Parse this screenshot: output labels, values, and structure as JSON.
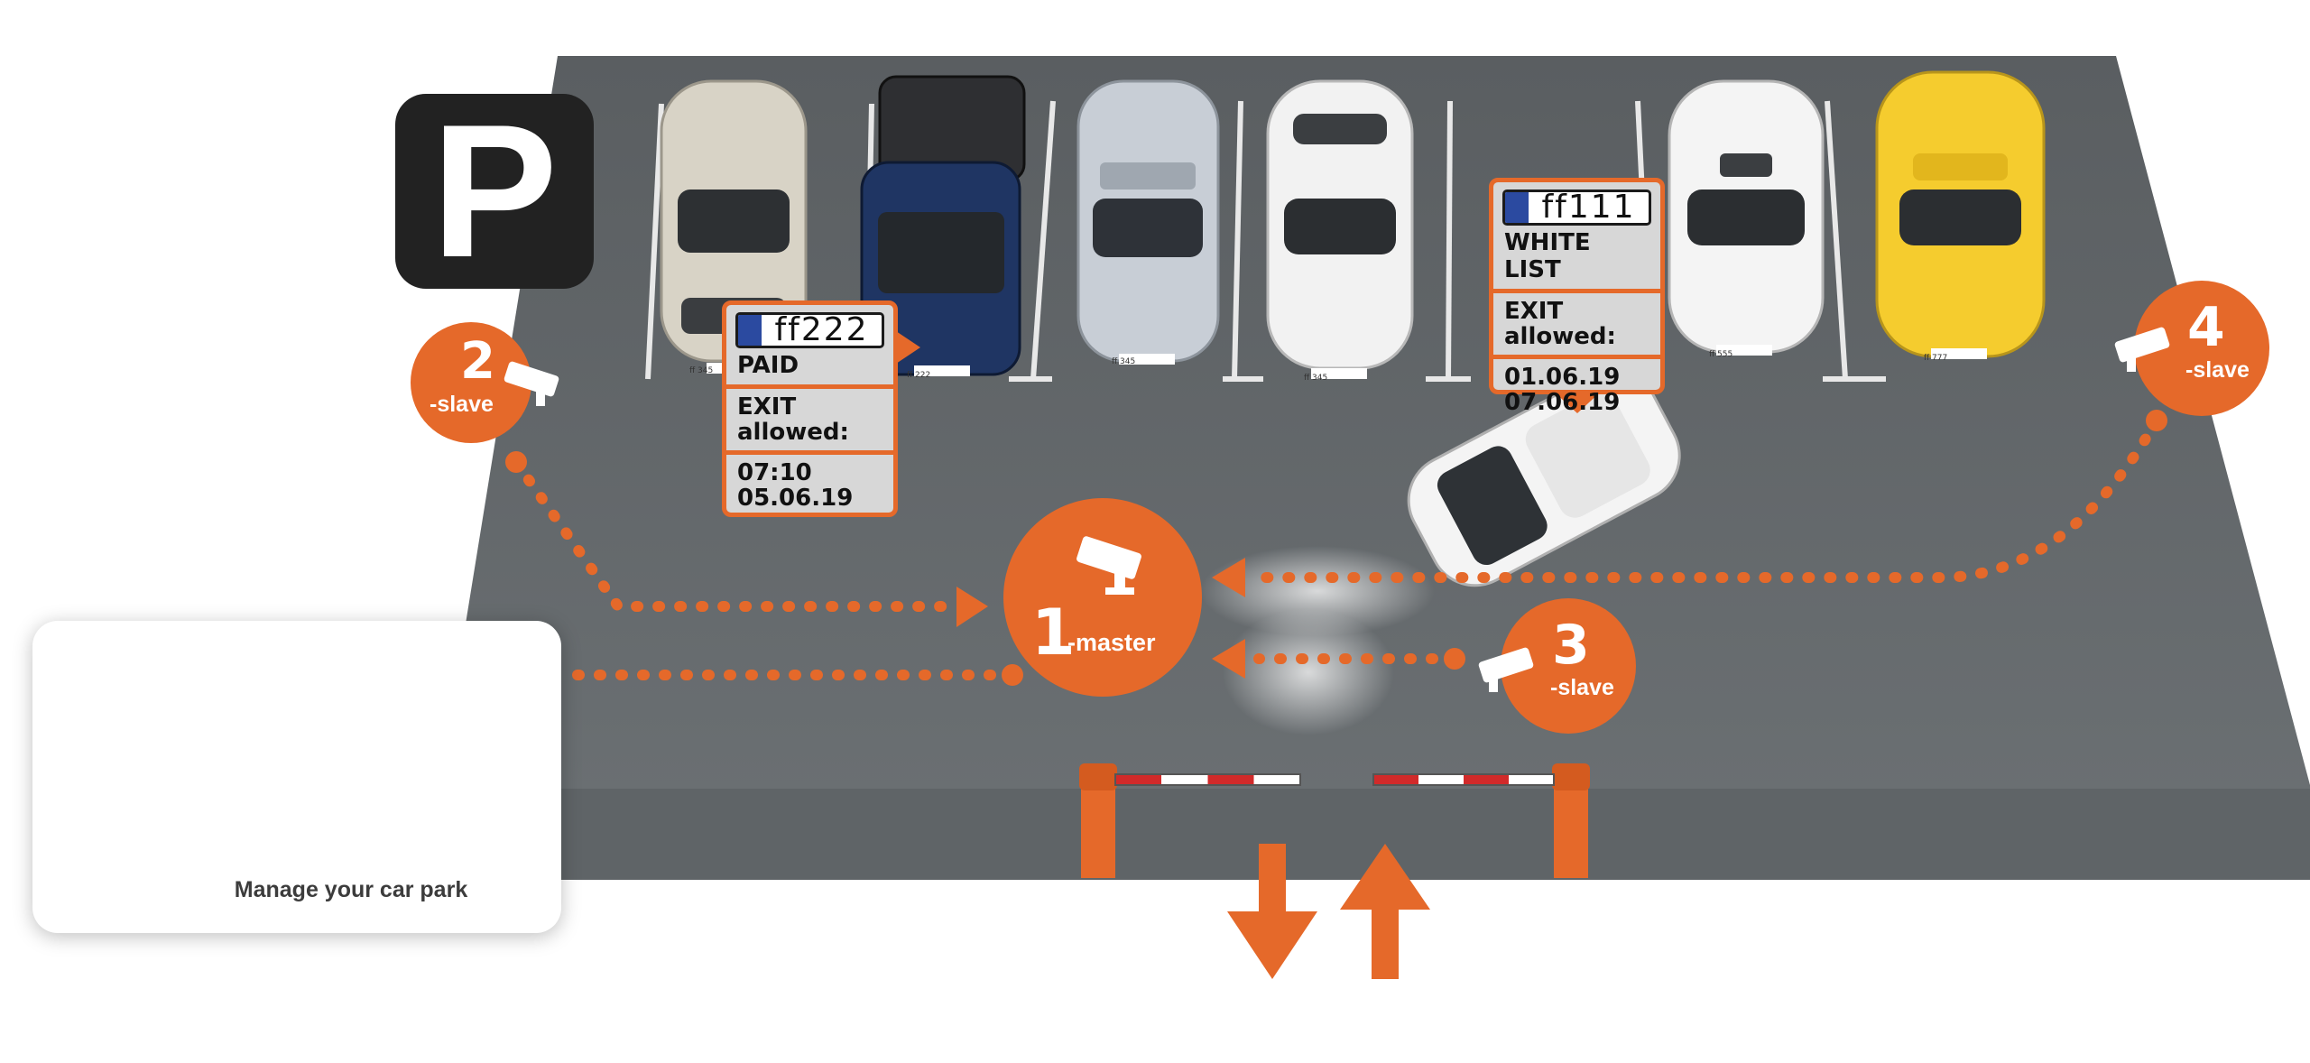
{
  "parking_sign": {
    "letter": "P"
  },
  "tickets": [
    {
      "plate": "ff222",
      "status": "PAID",
      "exit_label": "EXIT allowed:",
      "exit_line1": "EXIT",
      "exit_line2": "allowed:",
      "time_line1": "07:10",
      "time_line2": "05.06.19"
    },
    {
      "plate": "ff111",
      "status": "WHITE LIST",
      "exit_label": "EXIT allowed:",
      "exit_line1": "EXIT",
      "exit_line2": "allowed:",
      "time_line1": "01.06.19",
      "time_line2": "07.06.19"
    }
  ],
  "cameras": [
    {
      "number": "1",
      "role": "-master"
    },
    {
      "number": "2",
      "role": "-slave"
    },
    {
      "number": "3",
      "role": "-slave"
    },
    {
      "number": "4",
      "role": "-slave"
    }
  ],
  "plates_on_cars": [
    "ff 345",
    "ff 222",
    "ff 345",
    "ff 345",
    "ff 555",
    "ff 777"
  ],
  "manage": {
    "label": "Manage your car park"
  },
  "icons": [
    "parking-sign-icon",
    "camera-icon",
    "cloud-icon",
    "database-icon",
    "smartphone-touch-icon",
    "laptop-analytics-icon",
    "arrow-left-icon",
    "exit-arrow-icon",
    "entry-arrow-icon",
    "barrier-gate-icon"
  ],
  "colors": {
    "accent": "#e5692a",
    "asphalt": "#5b5f62",
    "sign": "#222222",
    "ticket_bg": "#d7d7d7"
  }
}
